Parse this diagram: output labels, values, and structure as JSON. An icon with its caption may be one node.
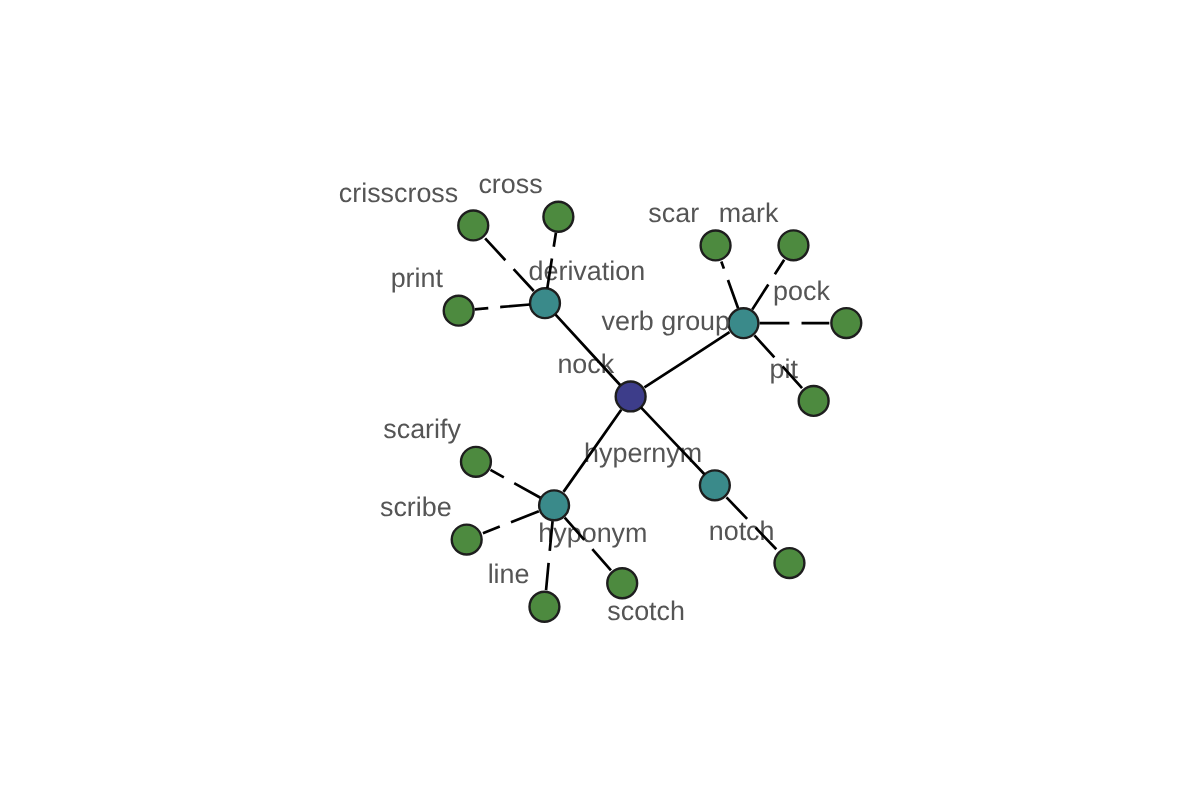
{
  "diagram": {
    "nodes": [
      {
        "text": [
          "cross"
        ]
      },
      {
        "text": [
          "print"
        ]
      },
      {
        "text": [
          "derivation"
        ]
      },
      {
        "text": [
          "crisscross"
        ]
      },
      {
        "text": [
          "mark"
        ]
      },
      {
        "text": [
          "scribe"
        ]
      },
      {
        "text": [
          "nock"
        ]
      },
      {
        "text": [
          "scarify"
        ]
      },
      {
        "text": [
          "verb group"
        ]
      },
      {
        "text": [
          "hypernym"
        ]
      },
      {
        "text": [
          "hyponym"
        ]
      },
      {
        "text": [
          "pock"
        ]
      },
      {
        "text": [
          "scotch"
        ]
      },
      {
        "text": [
          "pit"
        ]
      },
      {
        "text": [
          "line"
        ]
      },
      {
        "text": [
          "notch"
        ]
      },
      {
        "text": [
          "scar"
        ]
      }
    ],
    "edges": [
      {
        "from": 6,
        "to": 2,
        "arrow": "none"
      },
      {
        "from": 6,
        "to": 8,
        "arrow": "none"
      },
      {
        "from": 6,
        "to": 9,
        "arrow": "none"
      },
      {
        "from": 6,
        "to": 10,
        "arrow": "none"
      },
      {
        "from": 2,
        "to": 0,
        "arrow": "none",
        "style": "dashed"
      },
      {
        "from": 2,
        "to": 1,
        "arrow": "none",
        "style": "dashed"
      },
      {
        "from": 2,
        "to": 3,
        "arrow": "none",
        "style": "dashed"
      },
      {
        "from": 8,
        "to": 4,
        "arrow": "none",
        "style": "dashed"
      },
      {
        "from": 8,
        "to": 11,
        "arrow": "none",
        "style": "dashed"
      },
      {
        "from": 8,
        "to": 13,
        "arrow": "none",
        "style": "dashed"
      },
      {
        "from": 8,
        "to": 16,
        "arrow": "none",
        "style": "dashed"
      },
      {
        "from": 9,
        "to": 15,
        "arrow": "none",
        "style": "dashed"
      },
      {
        "from": 10,
        "to": 5,
        "arrow": "none",
        "style": "dashed"
      },
      {
        "from": 10,
        "to": 7,
        "arrow": "none",
        "style": "dashed"
      },
      {
        "from": 10,
        "to": 12,
        "arrow": "none",
        "style": "dashed"
      },
      {
        "from": 10,
        "to": 14,
        "arrow": "none",
        "style": "dashed"
      }
    ]
  }
}
